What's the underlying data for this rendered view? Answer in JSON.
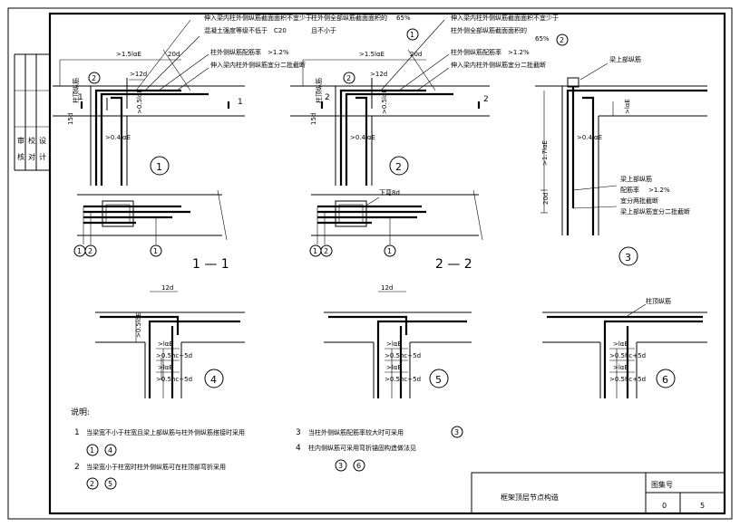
{
  "title_block": {
    "drawing_title": "框架顶层节点构造",
    "sheet_label": "图集号",
    "sheet_number": "0",
    "page_number": "5"
  },
  "left_strip": {
    "labels": [
      "审",
      "核",
      "校",
      "对",
      "设",
      "计"
    ]
  },
  "node1": {
    "circle": "1",
    "marker": "2",
    "section_mark": "1",
    "dims": [
      ">1.5lαE",
      "20d",
      ">12d",
      ">0.5lαE",
      ">0.4lαE",
      "15d",
      "柱顶纵筋"
    ],
    "notes": [
      "伸入梁内柱外侧纵筋截面面积不宜少于",
      "柱外侧全部纵筋截面面积的",
      "65%",
      "混凝土强度等级不低于",
      "且不小于",
      "C20",
      "柱外侧纵筋配筋率",
      ">1.2%",
      "伸入梁内柱外侧纵筋宜分二批截断"
    ]
  },
  "node2": {
    "circle": "2",
    "marker": "2",
    "section_mark": "2",
    "dims": [
      ">1.5lαE",
      "20d",
      ">12d",
      ">0.5lαE",
      ">0.4lαE",
      "15d",
      "柱顶纵筋"
    ],
    "notes": [
      "伸入梁内柱外侧纵筋截面面积不宜少于",
      "柱外侧全部纵筋截面面积的",
      "65%",
      "柱外侧纵筋配筋率",
      ">1.2%",
      "伸入梁内柱外侧纵筋宜分二批截断"
    ]
  },
  "node3": {
    "circle": "3",
    "dims": [
      "梁上部纵筋",
      ">lαE",
      ">0.4lαE",
      ">1.7lαE",
      "20d"
    ],
    "notes": [
      "梁上部纵筋",
      "配筋率",
      ">1.2%",
      "宜分两批截断",
      "梁上部纵筋宜分二批截断"
    ]
  },
  "section11": {
    "label": "1 — 1",
    "markers": [
      "1",
      "2",
      "1"
    ]
  },
  "section22": {
    "label": "2 — 2",
    "markers": [
      "1",
      "2",
      "1"
    ],
    "note": "下弯8d"
  },
  "node4": {
    "circle": "4",
    "dims": [
      "12d",
      ">0.5lαE",
      ">lαE",
      ">0.5hc+5d"
    ]
  },
  "node5": {
    "circle": "5",
    "dims": [
      "12d",
      ">lαE",
      ">0.5hc+5d"
    ]
  },
  "node6": {
    "circle": "6",
    "dims": [
      "柱顶纵筋",
      ">lαE",
      ">0.5hc+5d"
    ]
  },
  "notes_section": {
    "heading": "说明:",
    "items": [
      {
        "num": "1",
        "text": "当梁宽不小于柱宽且梁上部纵筋与柱外侧纵筋搭接时采用",
        "refs": [
          "1",
          "4"
        ]
      },
      {
        "num": "2",
        "text": "当梁宽小于柱宽时柱外侧纵筋可在柱顶部弯折采用",
        "refs": [
          "2",
          "5"
        ]
      },
      {
        "num": "3",
        "text": "当柱外侧纵筋配筋率较大时可采用",
        "refs": [
          "3"
        ]
      },
      {
        "num": "4",
        "text": "柱内侧纵筋可采用弯折锚固构造做法见",
        "refs": [
          "3",
          "6"
        ]
      }
    ]
  }
}
